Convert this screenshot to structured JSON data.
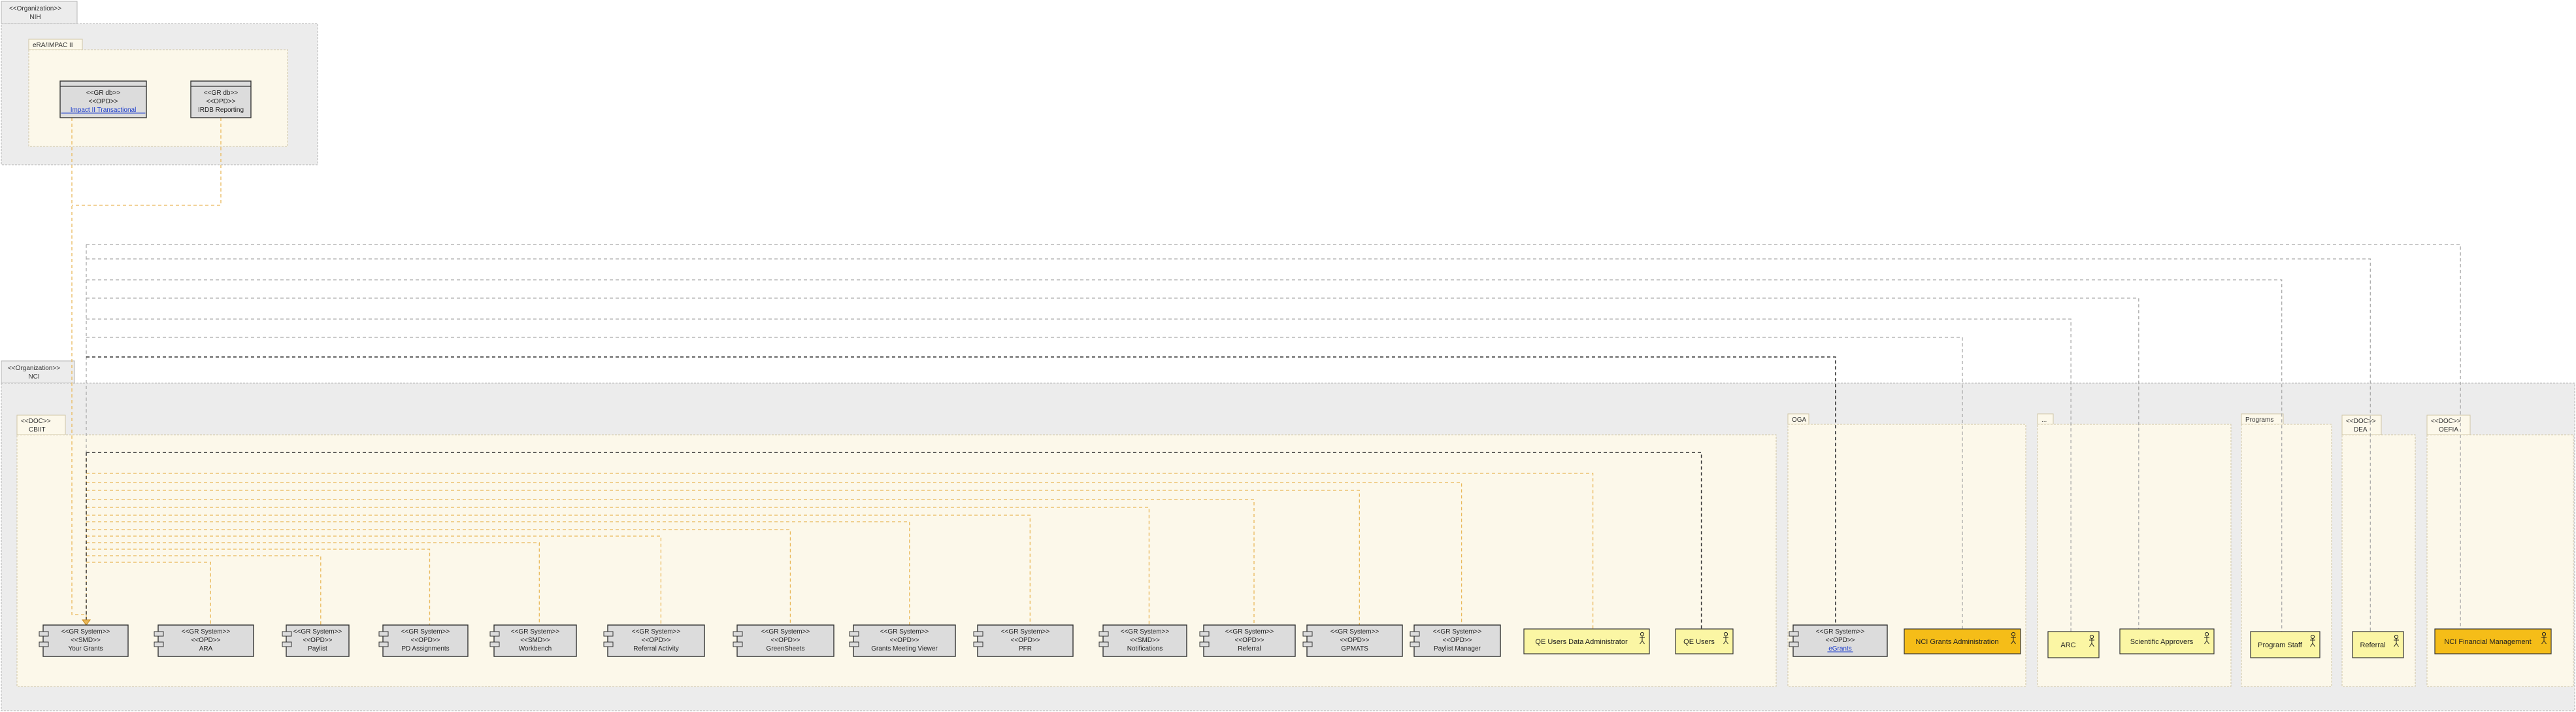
{
  "colors": {
    "org_fill": "#ececec",
    "org_stroke": "#b5b5b5",
    "pkg_fill": "#fcf8ea",
    "pkg_stroke": "#cfc6a6",
    "component_fill": "#dcdcdc",
    "actor_fill": "#fbf6a4",
    "actor_highlight_fill": "#f5bd18",
    "connector_dark": "#333333",
    "connector_light": "#e9b85a",
    "connector_gray": "#aaaaaa",
    "link": "#1a3bcc"
  },
  "organizations": [
    {
      "id": "nih",
      "stereotype": "<<Organization>>",
      "name": "NIH"
    },
    {
      "id": "nci",
      "stereotype": "<<Organization>>",
      "name": "NCI"
    }
  ],
  "packages": [
    {
      "id": "era",
      "stereotype": "",
      "name": "eRA/IMPAC II"
    },
    {
      "id": "cbiit",
      "stereotype": "<<DOC>>",
      "name": "CBIIT"
    },
    {
      "id": "oga",
      "stereotype": "",
      "name": "OGA"
    },
    {
      "id": "dots",
      "stereotype": "",
      "name": "..."
    },
    {
      "id": "programs",
      "stereotype": "",
      "name": "Programs"
    },
    {
      "id": "dea",
      "stereotype": "<<DOC>>",
      "name": "DEA"
    },
    {
      "id": "oefia",
      "stereotype": "<<DOC>>",
      "name": "OEFIA"
    }
  ],
  "databases": [
    {
      "id": "impac",
      "stereotypes": [
        "<<GR db>>",
        "<<OPD>>"
      ],
      "name": "Impact II Transactional",
      "is_link": true
    },
    {
      "id": "irdb",
      "stereotypes": [
        "<<GR db>>",
        "<<OPD>>"
      ],
      "name": "IRDB Reporting",
      "is_link": false
    }
  ],
  "components": [
    {
      "id": "your-grants",
      "stereotypes": [
        "<<GR System>>",
        "<<SMD>>"
      ],
      "name": "Your Grants",
      "is_link": false
    },
    {
      "id": "ara",
      "stereotypes": [
        "<<GR System>>",
        "<<OPD>>"
      ],
      "name": "ARA",
      "is_link": false
    },
    {
      "id": "paylist",
      "stereotypes": [
        "<<GR System>>",
        "<<OPD>>"
      ],
      "name": "Paylist",
      "is_link": false
    },
    {
      "id": "pd-assignments",
      "stereotypes": [
        "<<GR System>>",
        "<<OPD>>"
      ],
      "name": "PD Assignments",
      "is_link": false
    },
    {
      "id": "workbench",
      "stereotypes": [
        "<<GR System>>",
        "<<SMD>>"
      ],
      "name": "Workbench",
      "is_link": false
    },
    {
      "id": "referral-activity",
      "stereotypes": [
        "<<GR System>>",
        "<<OPD>>"
      ],
      "name": "Referral Activity",
      "is_link": false
    },
    {
      "id": "green-sheets",
      "stereotypes": [
        "<<GR System>>",
        "<<OPD>>"
      ],
      "name": "GreenSheets",
      "is_link": false
    },
    {
      "id": "grants-meeting-viewer",
      "stereotypes": [
        "<<GR System>>",
        "<<OPD>>"
      ],
      "name": "Grants Meeting Viewer",
      "is_link": false
    },
    {
      "id": "pfr",
      "stereotypes": [
        "<<GR System>>",
        "<<OPD>>"
      ],
      "name": "PFR",
      "is_link": false
    },
    {
      "id": "notifications",
      "stereotypes": [
        "<<GR System>>",
        "<<SMD>>"
      ],
      "name": "Notifications",
      "is_link": false
    },
    {
      "id": "referral",
      "stereotypes": [
        "<<GR System>>",
        "<<OPD>>"
      ],
      "name": "Referral",
      "is_link": false
    },
    {
      "id": "gpmats",
      "stereotypes": [
        "<<GR System>>",
        "<<OPD>>"
      ],
      "name": "GPMATS",
      "is_link": false
    },
    {
      "id": "paylist-manager",
      "stereotypes": [
        "<<GR System>>",
        "<<OPD>>"
      ],
      "name": "Paylist Manager",
      "is_link": false
    },
    {
      "id": "egrants",
      "stereotypes": [
        "<<GR System>>",
        "<<OPD>>"
      ],
      "name": "eGrants",
      "is_link": true
    }
  ],
  "actors": [
    {
      "id": "qe-data-admin",
      "name": "QE Users Data Administrator",
      "highlight": false
    },
    {
      "id": "qe-users",
      "name": "QE Users",
      "highlight": false
    },
    {
      "id": "nci-grants-admin",
      "name": "NCI Grants Administration",
      "highlight": true
    },
    {
      "id": "arc",
      "name": "ARC",
      "highlight": false
    },
    {
      "id": "scientific-approvers",
      "name": "Scientific Approvers",
      "highlight": false
    },
    {
      "id": "program-staff",
      "name": "Program Staff",
      "highlight": false
    },
    {
      "id": "referral-actor",
      "name": "Referral",
      "highlight": false
    },
    {
      "id": "nci-financial-mgmt",
      "name": "NCI Financial Management",
      "highlight": true
    }
  ]
}
